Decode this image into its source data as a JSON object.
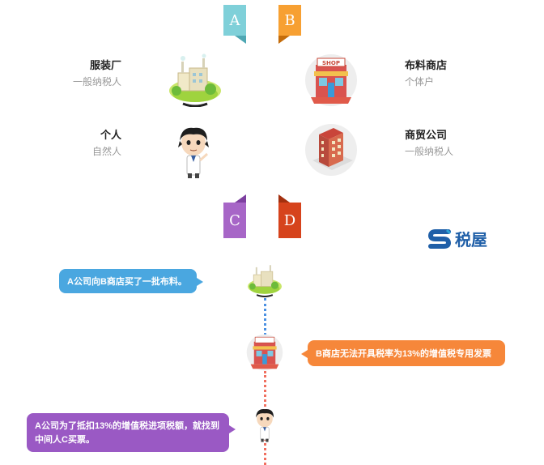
{
  "tags": {
    "a": "A",
    "b": "B",
    "c": "C",
    "d": "D"
  },
  "entities": {
    "a": {
      "name": "服装厂",
      "type": "一般纳税人",
      "icon": "factory-icon"
    },
    "b": {
      "name": "布料商店",
      "type": "个体户",
      "icon": "shop-icon"
    },
    "c": {
      "name": "个人",
      "type": "自然人",
      "icon": "person-icon"
    },
    "d": {
      "name": "商贸公司",
      "type": "一般纳税人",
      "icon": "building-icon"
    }
  },
  "logo": {
    "text": "税屋"
  },
  "flow": {
    "step1": "A公司向B商店买了一批布料。",
    "step2": "B商店无法开具税率为13%的增值税专用发票",
    "step3": "A公司为了抵扣13%的增值税进项税额，就找到中间人C买票。"
  },
  "colors": {
    "a": "#7fd0d9",
    "b": "#f7a032",
    "c": "#a766c7",
    "d": "#d6431c"
  }
}
